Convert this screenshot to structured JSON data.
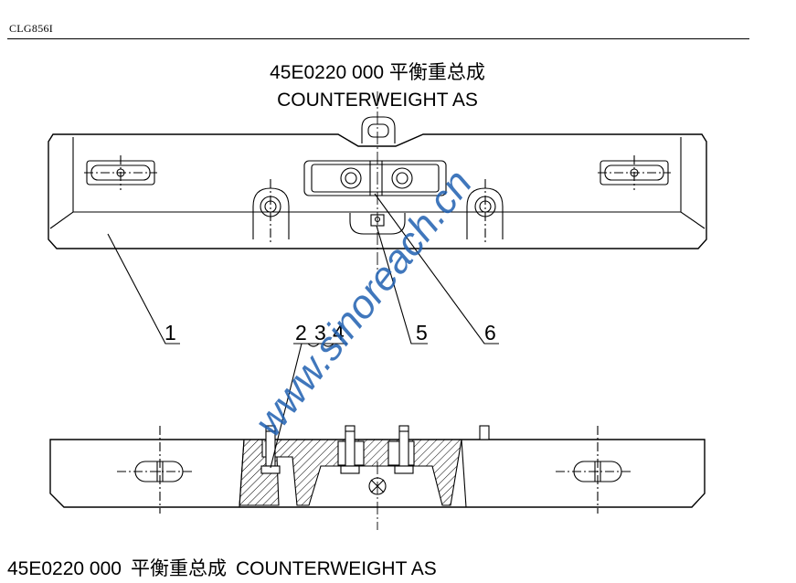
{
  "header": {
    "doc_code": "CLG856I"
  },
  "title": {
    "line1": "45E0220 000  平衡重总成",
    "line2": "COUNTERWEIGHT AS"
  },
  "callouts": {
    "c1": "1",
    "c2": "2",
    "c3": "3",
    "c4": "4",
    "c5": "5",
    "c6": "6"
  },
  "watermark": "www.sinoreach.cn",
  "caption": {
    "code": "45E0220 000",
    "cn": "平衡重总成",
    "en": "COUNTERWEIGHT AS"
  },
  "colors": {
    "line": "#000000",
    "watermark": "#1f5fb0"
  }
}
